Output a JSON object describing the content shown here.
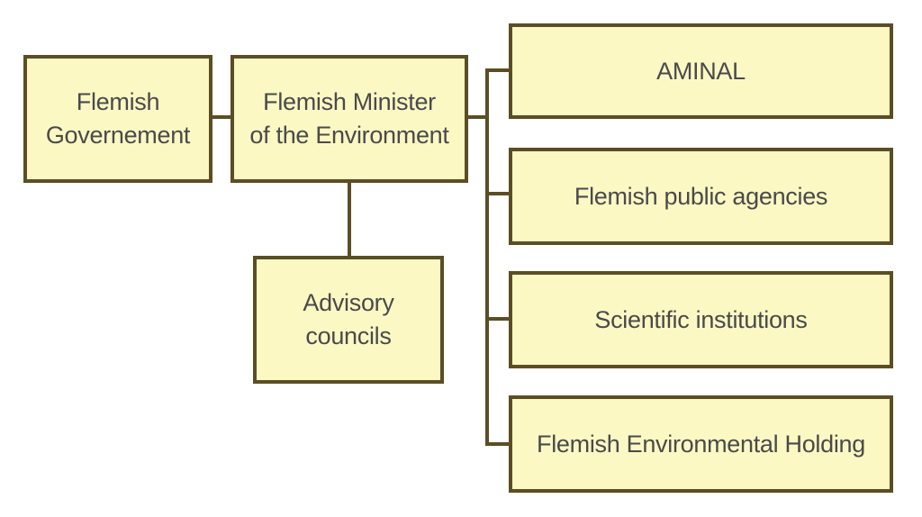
{
  "colors": {
    "box_fill": "#fcf8c4",
    "box_border": "#5b4e25",
    "connector": "#5b4e25",
    "text": "#4a4a4a",
    "background": "#ffffff"
  },
  "nodes": {
    "flemish_government": {
      "label": "Flemish\nGovernement"
    },
    "minister": {
      "label": "Flemish Minister\nof the Environment"
    },
    "advisory_councils": {
      "label": "Advisory\ncouncils"
    },
    "aminal": {
      "label": "AMINAL"
    },
    "public_agencies": {
      "label": "Flemish public agencies"
    },
    "scientific_institutions": {
      "label": "Scientific institutions"
    },
    "environmental_holding": {
      "label": "Flemish Environmental Holding"
    }
  }
}
